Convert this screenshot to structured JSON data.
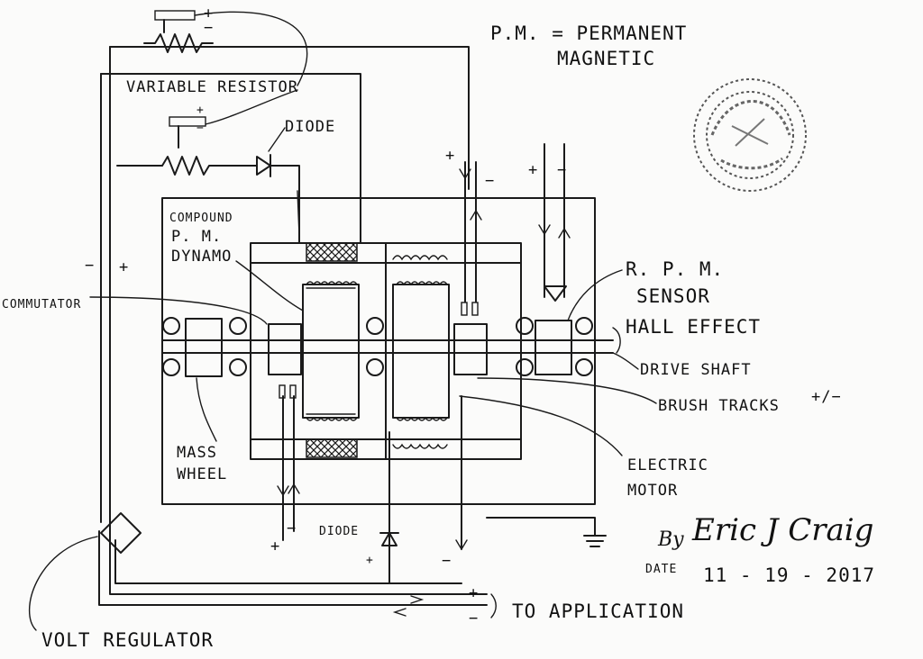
{
  "labels": {
    "pm_legend_1": "P.M. = PERMANENT",
    "pm_legend_2": "MAGNETIC",
    "variable_resistor": "VARIABLE RESISTOR",
    "diode_top": "DIODE",
    "compound_1": "COMPOUND",
    "compound_2": "P. M.",
    "compound_3": "DYNAMO",
    "commutator": "COMMUTATOR",
    "rpm_1": "R. P. M.",
    "rpm_2": "SENSOR",
    "hall_effect": "HALL EFFECT",
    "drive_shaft": "DRIVE SHAFT",
    "brush_tracks": "BRUSH TRACKS",
    "brush_tracks_sign": "+/−",
    "mass_1": "MASS",
    "mass_2": "WHEEL",
    "electric_1": "ELECTRIC",
    "electric_2": "MOTOR",
    "diode_bottom": "DIODE",
    "by": "By",
    "signature": "Eric J Craig",
    "date_label": "DATE",
    "date_value": "11 - 19 - 2017",
    "to_application": "TO APPLICATION",
    "volt_regulator": "VOLT REGULATOR"
  },
  "polarity": {
    "plus": "+",
    "minus": "−"
  },
  "colors": {
    "ink": "#1a1a1a",
    "paper": "#fbfbfa",
    "seal": "#555555"
  }
}
